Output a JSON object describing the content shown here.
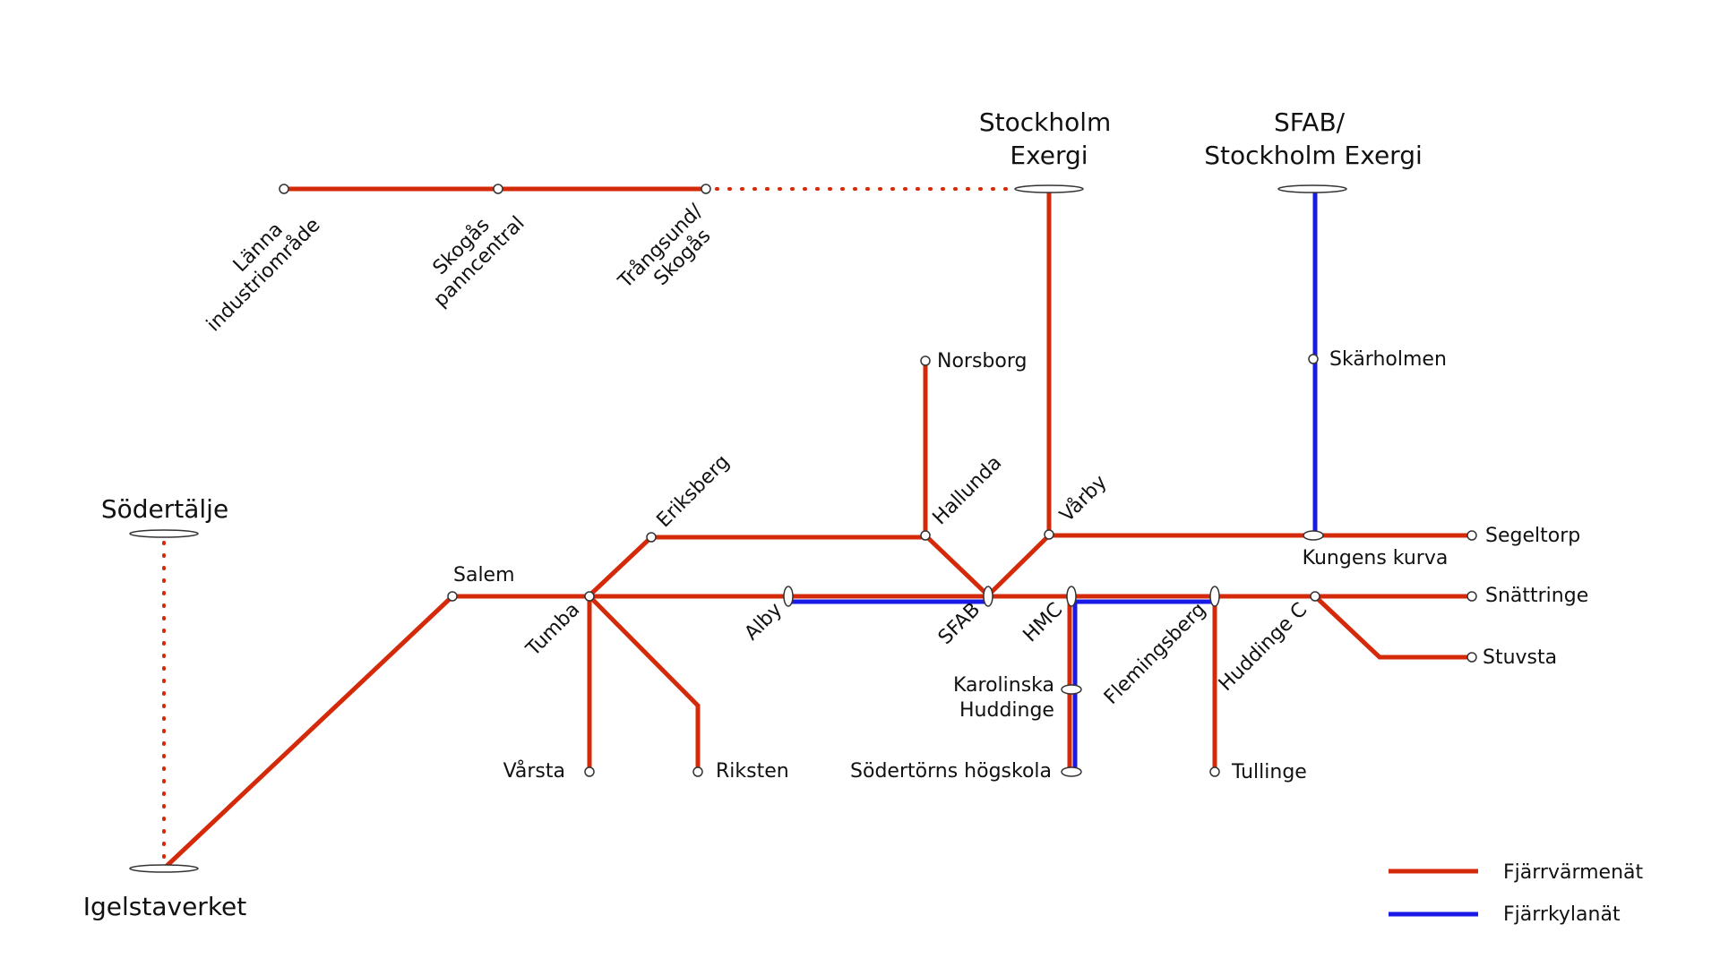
{
  "colors": {
    "heating_network": "#d42a0a",
    "cooling_network": "#1a1ae6"
  },
  "plants": {
    "stockholm_exergi": [
      "Stockholm",
      "Exergi"
    ],
    "sfab_stockholm_exergi": [
      "SFAB/",
      "Stockholm Exergi"
    ],
    "sodertalje": "Södertälje",
    "igelstaverket": "Igelstaverket"
  },
  "stations": {
    "lanna": [
      "Länna",
      "industriområde"
    ],
    "skogas_panncentral": [
      "Skogås",
      "panncentral"
    ],
    "trangsund": [
      "Trångsund/",
      "Skogås"
    ],
    "norsborg": "Norsborg",
    "skarholmen": "Skärholmen",
    "eriksberg": "Eriksberg",
    "hallunda": "Hallunda",
    "varby": "Vårby",
    "salem": "Salem",
    "tumba": "Tumba",
    "alby": "Alby",
    "sfab": "SFAB",
    "hmc": "HMC",
    "flemingsberg": "Flemingsberg",
    "huddinge_c": "Huddinge C",
    "kungens_kurva": "Kungens kurva",
    "segeltorp": "Segeltorp",
    "snattringe": "Snättringe",
    "stuvsta": "Stuvsta",
    "karolinska": [
      "Karolinska",
      "Huddinge"
    ],
    "sodertorns": "Södertörns högskola",
    "varsta": "Vårsta",
    "riksten": "Riksten",
    "tullinge": "Tullinge"
  },
  "legend": {
    "heating": "Fjärrvärmenät",
    "cooling": "Fjärrkylanät"
  }
}
